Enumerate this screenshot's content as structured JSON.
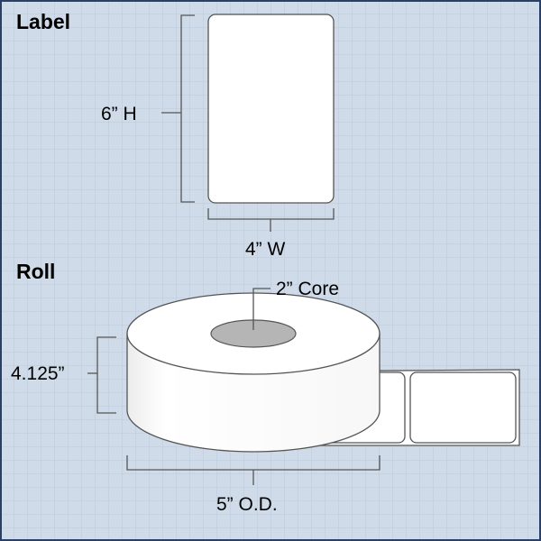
{
  "label_section": {
    "title": "Label",
    "height": "6” H",
    "width": "4” W"
  },
  "roll_section": {
    "title": "Roll",
    "core": "2” Core",
    "roll_height": "4.125”",
    "outer_diameter": "5” O.D."
  },
  "colors": {
    "background": "#cfdbe8",
    "grid_line": "#b9c9da",
    "border": "#2a3f66",
    "label_fill": "#ffffff",
    "core_fill": "#b5b5b5",
    "dimension_line": "#555555"
  }
}
